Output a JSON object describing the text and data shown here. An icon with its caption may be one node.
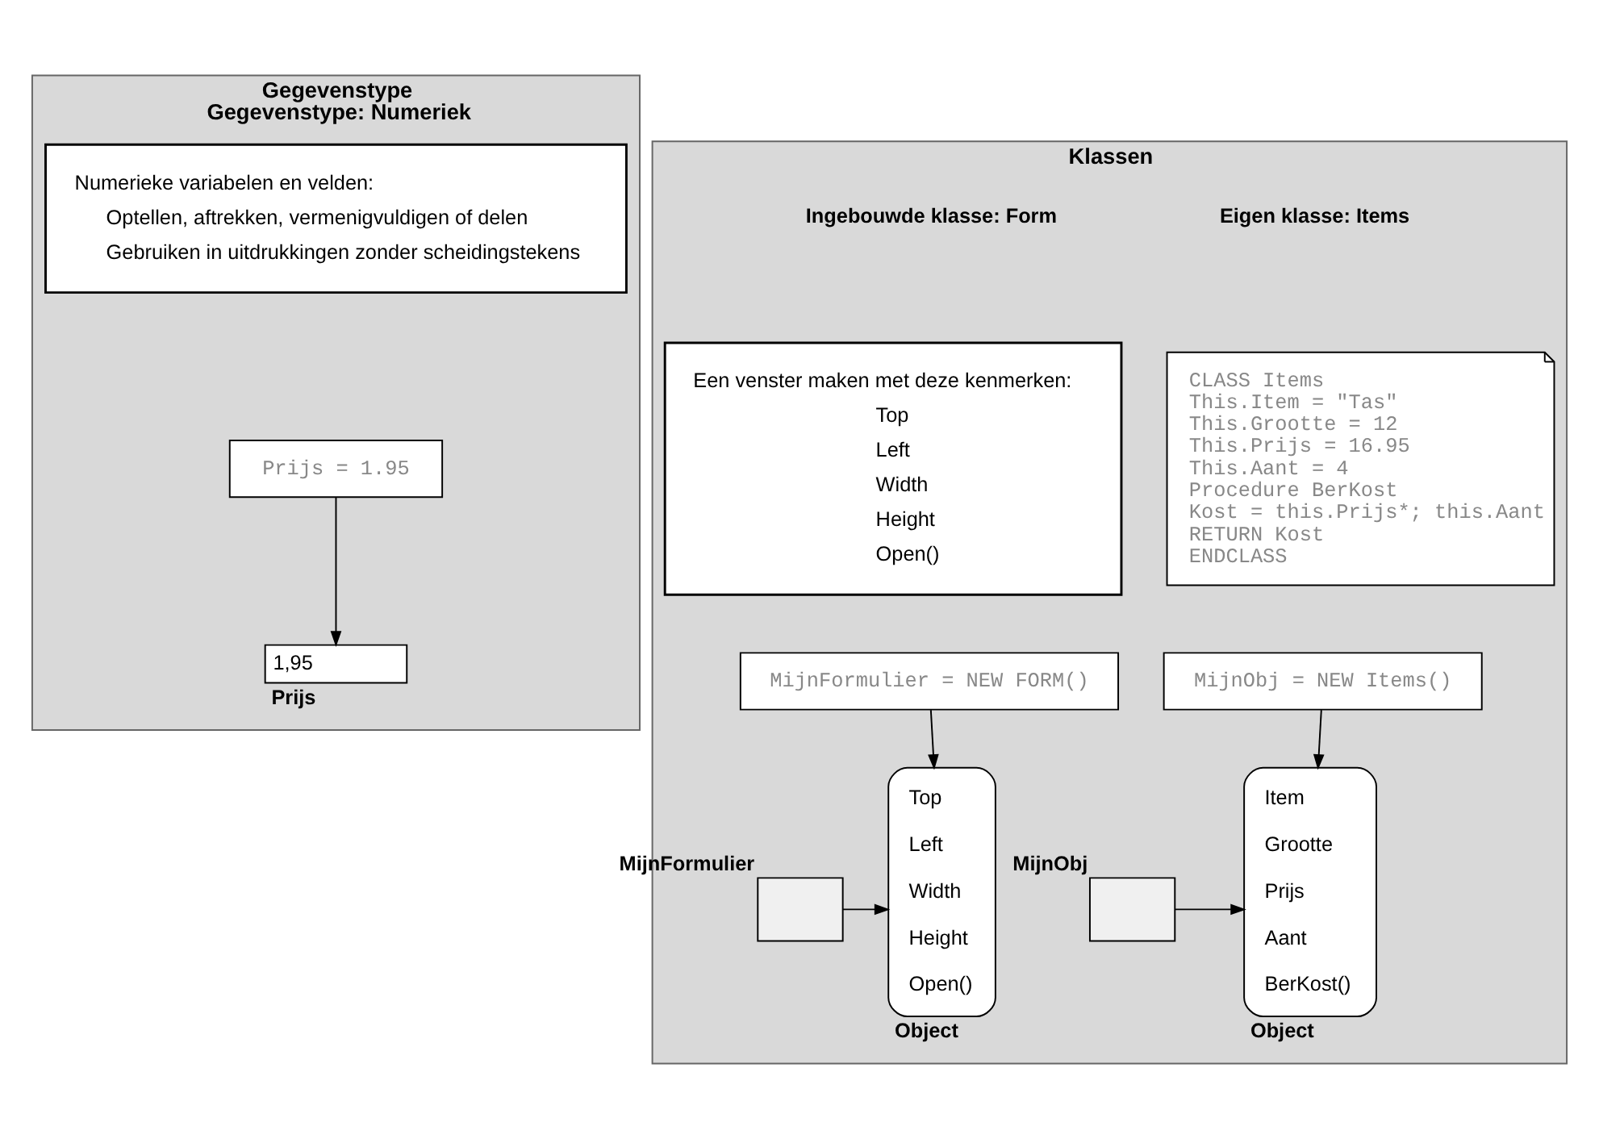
{
  "diagram": {
    "nodes": [
      {
        "text": [
          "Gegevenstype",
          "Gegevenstype: Numeriek"
        ]
      },
      {
        "text": [
          "Numerieke variabelen en velden:",
          "Optellen, aftrekken, vermenigvuldigen of delen",
          "Gebruiken in uitdrukkingen zonder scheidingstekens"
        ],
        "in": 0
      },
      {
        "text": [
          "Prijs = 1.95"
        ],
        "in": 0
      },
      {
        "text": [
          "1,95"
        ],
        "beside": [
          "Prijs"
        ],
        "in": 0
      },
      {
        "text": [
          "Klassen"
        ]
      },
      {
        "text": [
          "Een venster maken met deze kenmerken:",
          "Top",
          "Left",
          "Width",
          "Height",
          "Open()"
        ],
        "in": 4
      },
      {
        "text": [
          "MijnFormulier = NEW FORM()"
        ],
        "in": 4
      },
      {
        "text": [
          "Top",
          "Left",
          "Width",
          "Height",
          "Open()"
        ],
        "beside": [
          "Object"
        ],
        "in": 4
      },
      {
        "text": [],
        "shape": "box",
        "beside": [
          "MijnFormulier"
        ],
        "in": 4
      },
      {
        "text": [
          "CLASS Items",
          "This.Item = \"Tas\"",
          "This.Grootte = 12",
          "This.Prijs = 16.95",
          "This.Aant = 4",
          "Procedure BerKost",
          "Kost = this.Prijs*; this.Aant",
          "RETURN Kost",
          "ENDCLASS"
        ],
        "in": 4
      },
      {
        "text": [
          "MijnObj = NEW Items()"
        ],
        "in": 4
      },
      {
        "text": [
          "Item",
          "Grootte",
          "Prijs",
          "Aant",
          "BerKost()"
        ],
        "beside": [
          "Object"
        ],
        "in": 4
      },
      {
        "text": [],
        "shape": "box",
        "beside": [
          "MijnObj"
        ],
        "in": 4
      }
    ],
    "edges": [
      {
        "from": 2,
        "to": 3,
        "arrow": "to"
      },
      {
        "from": 6,
        "to": 7,
        "arrow": "to"
      },
      {
        "from": 8,
        "to": 7,
        "arrow": "to"
      },
      {
        "from": 10,
        "to": 11,
        "arrow": "to"
      },
      {
        "from": 12,
        "to": 11,
        "arrow": "to"
      }
    ],
    "labels": [
      "Ingebouwde klasse: Form",
      "Eigen klasse: Items"
    ]
  }
}
